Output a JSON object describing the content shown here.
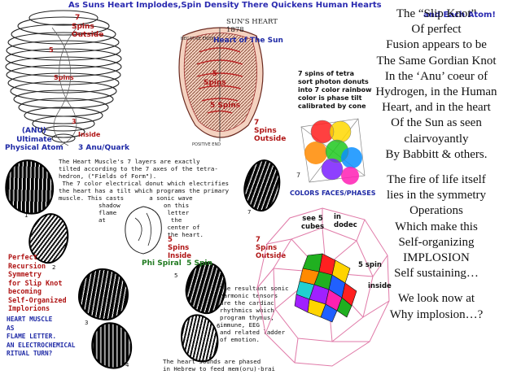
{
  "header": {
    "line1": "As Suns Heart Implodes,Spin Density There Quickens Human Hearts",
    "line2": "and Each Atom!"
  },
  "atom": {
    "spins_7": "7",
    "spins_outside": "Spins\nOutside",
    "spins_5": "5",
    "spins_label": "Spins",
    "spins_3": "3",
    "inside_label": "Inside",
    "anu_caption": "(ANU)\nUltimate\nPhysical Atom",
    "anu_quark": "3 Anu/Quark"
  },
  "sun_heart": {
    "handwritten_title": "SUN'S HEART\n1878",
    "caption": "Heart of The Sun",
    "spins_left": "5\nSpins",
    "spins_right": "7\nSpins\nOutside",
    "spins_center": "5 Spins",
    "negative_ends": "NEGATIVE ENDS",
    "positive_ends": "POSITIVE END"
  },
  "tetra": {
    "caption": "7 spins of tetra\nsort photon donuts\ninto 7 color rainbow\ncolor is phase tilt\ncalibrated by cone",
    "colors_label": "COLORS FACES/PHASES",
    "seven": "7"
  },
  "right_column": {
    "block1": [
      "The “Slip Knot”",
      "Of perfect",
      "Fusion appears to be",
      "The Same Gordian Knot",
      "In the ‘Anu’ coeur of",
      "Hydrogen, in the Human",
      "Heart, and in the heart",
      "Of the Sun as seen",
      "clairvoyantly",
      "By Babbitt & others."
    ],
    "block2": [
      "The fire of life itself",
      "lies in the symmetry",
      "Operations",
      "Which make this",
      "Self-organizing",
      "IMPLOSION",
      "Self sustaining…"
    ],
    "block3": [
      "We look now at",
      "Why implosion…?"
    ]
  },
  "muscle": {
    "paragraph": "The Heart Muscle's 7 layers are exactly\ntilted according to the 7 axes of the tetra-\nhedron, (\"Fields of Form\").\n The 7 color electrical donut which electrifies\nthe heart has a tilt which programs the primary\nmuscle. This casts       a sonic wave\n           shadow            on this\n           flame              letter\n           at                  the\n                              center of\n                              the heart.",
    "spins_inside": "5\nSpins\nInside",
    "phi_spiral": "Phi Spiral  5 Spin",
    "spins_outside_7": "7\nSpins\nOutside",
    "recursion": "Perfect\nRecursion\nSymmetry\nfor Slip Knot\nbecoming\nSelf-Organized\nImplorions",
    "flame_letter": "HEART MUSCLE\nAS\nFLAME LETTER.\nAN ELECTROCHEMICAL\nRITUAL TURN?",
    "harmonic": "The resultant sonic\nharmonic tensors\nare the cardiac\nrhythmics which\nprogram thymus,\nimmune, EEG\nand related ladder\nof emotion.",
    "sounds": "The heart sounds are phased\nin Hebrew to feed mem(oru)-brai",
    "fig1": "1",
    "fig2": "2",
    "fig3": "3",
    "fig4": "4",
    "fig5": "5",
    "fig6": "6",
    "fig7": "7"
  },
  "dodec": {
    "see_cubes": "see 5\ncubes",
    "in_dodec": "in\ndodec",
    "five_spin": "5 spin",
    "inside": "inside"
  },
  "colors": {
    "blue_text": "#1f2aa6",
    "red_text": "#b01616",
    "pink_line": "#e07aa8"
  }
}
